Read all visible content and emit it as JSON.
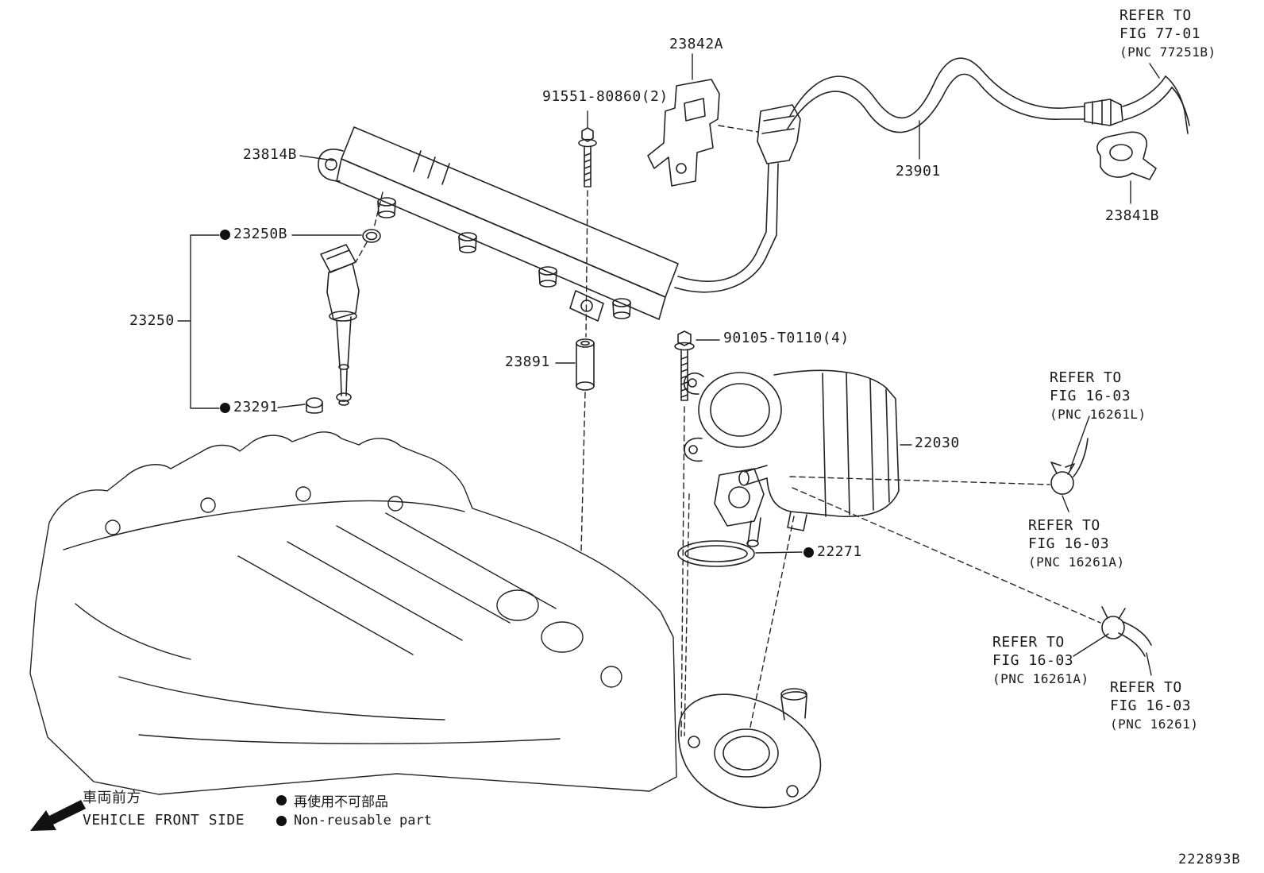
{
  "diagram": {
    "doc_number": "222893B",
    "bg_color": "#ffffff",
    "line_color": "#222222",
    "parts": [
      {
        "label": "23842A",
        "non_reusable": false
      },
      {
        "label": "91551-80860(2)",
        "non_reusable": false
      },
      {
        "label": "23814B",
        "non_reusable": false
      },
      {
        "label": "23250B",
        "non_reusable": true
      },
      {
        "label": "23250",
        "non_reusable": false
      },
      {
        "label": "23291",
        "non_reusable": true
      },
      {
        "label": "23891",
        "non_reusable": false
      },
      {
        "label": "90105-T0110(4)",
        "non_reusable": false
      },
      {
        "label": "22030",
        "non_reusable": false
      },
      {
        "label": "23901",
        "non_reusable": false
      },
      {
        "label": "23841B",
        "non_reusable": false
      },
      {
        "label": "22271",
        "non_reusable": true
      }
    ],
    "refs": [
      {
        "line1": "REFER TO",
        "line2": "FIG 77-01",
        "line3": "(PNC 77251B)"
      },
      {
        "line1": "REFER TO",
        "line2": "FIG 16-03",
        "line3": "(PNC 16261L)"
      },
      {
        "line1": "REFER TO",
        "line2": "FIG 16-03",
        "line3": "(PNC 16261A)"
      },
      {
        "line1": "REFER TO",
        "line2": "FIG 16-03",
        "line3": "(PNC 16261A)"
      },
      {
        "line1": "REFER TO",
        "line2": "FIG 16-03",
        "line3": "(PNC 16261)"
      }
    ],
    "footer": {
      "vehicle_front_jp": "車両前方",
      "vehicle_front_en": "VEHICLE FRONT SIDE"
    },
    "legend": {
      "non_reusable_jp": "再使用不可部品",
      "non_reusable_en": "Non-reusable part",
      "bullet_icon": "filled-circle"
    }
  }
}
